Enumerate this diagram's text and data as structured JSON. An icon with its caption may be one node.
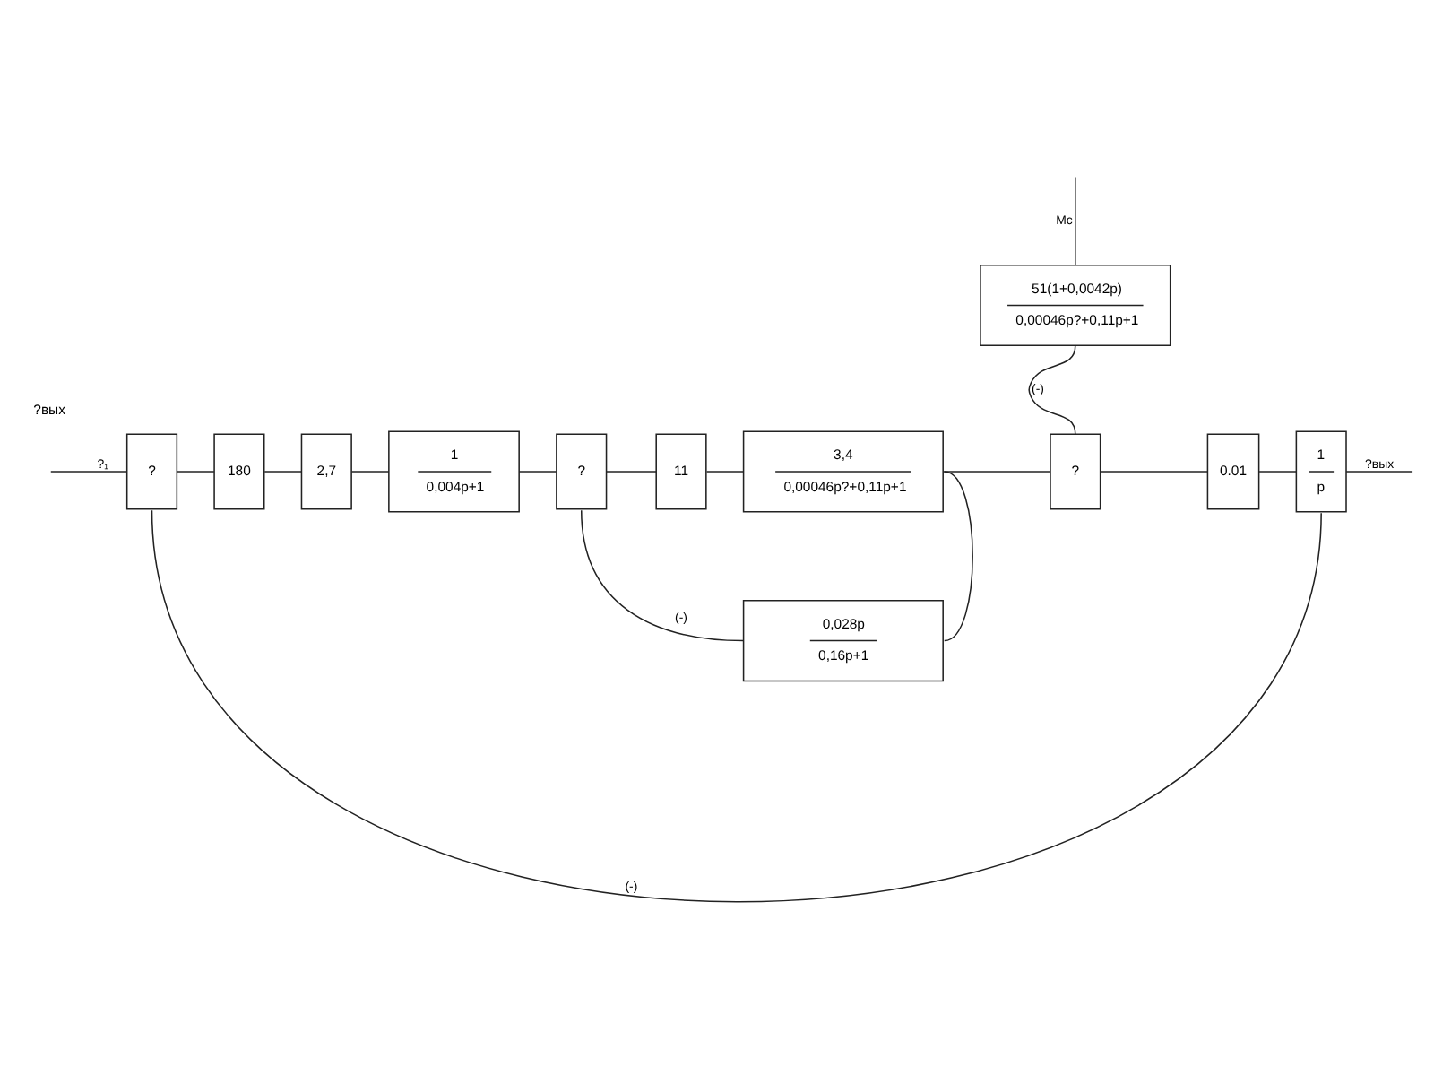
{
  "diagram": {
    "nodes": [
      {
        "text": [
          "?"
        ]
      },
      {
        "text": [
          "180"
        ]
      },
      {
        "text": [
          "2,7"
        ]
      },
      {
        "text": [
          "1",
          "0,004p+1"
        ]
      },
      {
        "text": [
          "?"
        ]
      },
      {
        "text": [
          "11"
        ]
      },
      {
        "text": [
          "3,4",
          "0,00046p?+0,11p+1"
        ]
      },
      {
        "text": [
          "0,028p",
          "0,16p+1"
        ]
      },
      {
        "text": [
          "51(1+0,0042p)",
          "0,00046p?+0,11p+1"
        ]
      },
      {
        "text": [
          "?"
        ]
      },
      {
        "text": [
          "0.01"
        ]
      },
      {
        "text": [
          "1",
          "p"
        ]
      }
    ],
    "edges": [
      {
        "from": null,
        "to": 0,
        "arrow": "none",
        "label": "?₁"
      },
      {
        "from": 0,
        "to": 1,
        "arrow": "none"
      },
      {
        "from": 1,
        "to": 2,
        "arrow": "none"
      },
      {
        "from": 2,
        "to": 3,
        "arrow": "none"
      },
      {
        "from": 3,
        "to": 4,
        "arrow": "none"
      },
      {
        "from": 4,
        "to": 5,
        "arrow": "none"
      },
      {
        "from": 5,
        "to": 6,
        "arrow": "none"
      },
      {
        "from": 6,
        "to": 9,
        "arrow": "none"
      },
      {
        "from": 6,
        "to": 7,
        "arrow": "none"
      },
      {
        "from": 7,
        "to": 4,
        "arrow": "none",
        "label": "(-)"
      },
      {
        "from": null,
        "to": 8,
        "arrow": "none",
        "label": "Mс"
      },
      {
        "from": 8,
        "to": 9,
        "arrow": "none",
        "label": "(-)"
      },
      {
        "from": 9,
        "to": 10,
        "arrow": "none"
      },
      {
        "from": 10,
        "to": 11,
        "arrow": "none"
      },
      {
        "from": 11,
        "to": null,
        "arrow": "none",
        "label": "?вых"
      },
      {
        "from": 11,
        "to": 0,
        "arrow": "none",
        "label": "(-)"
      }
    ],
    "labels": [
      "?вых"
    ]
  }
}
